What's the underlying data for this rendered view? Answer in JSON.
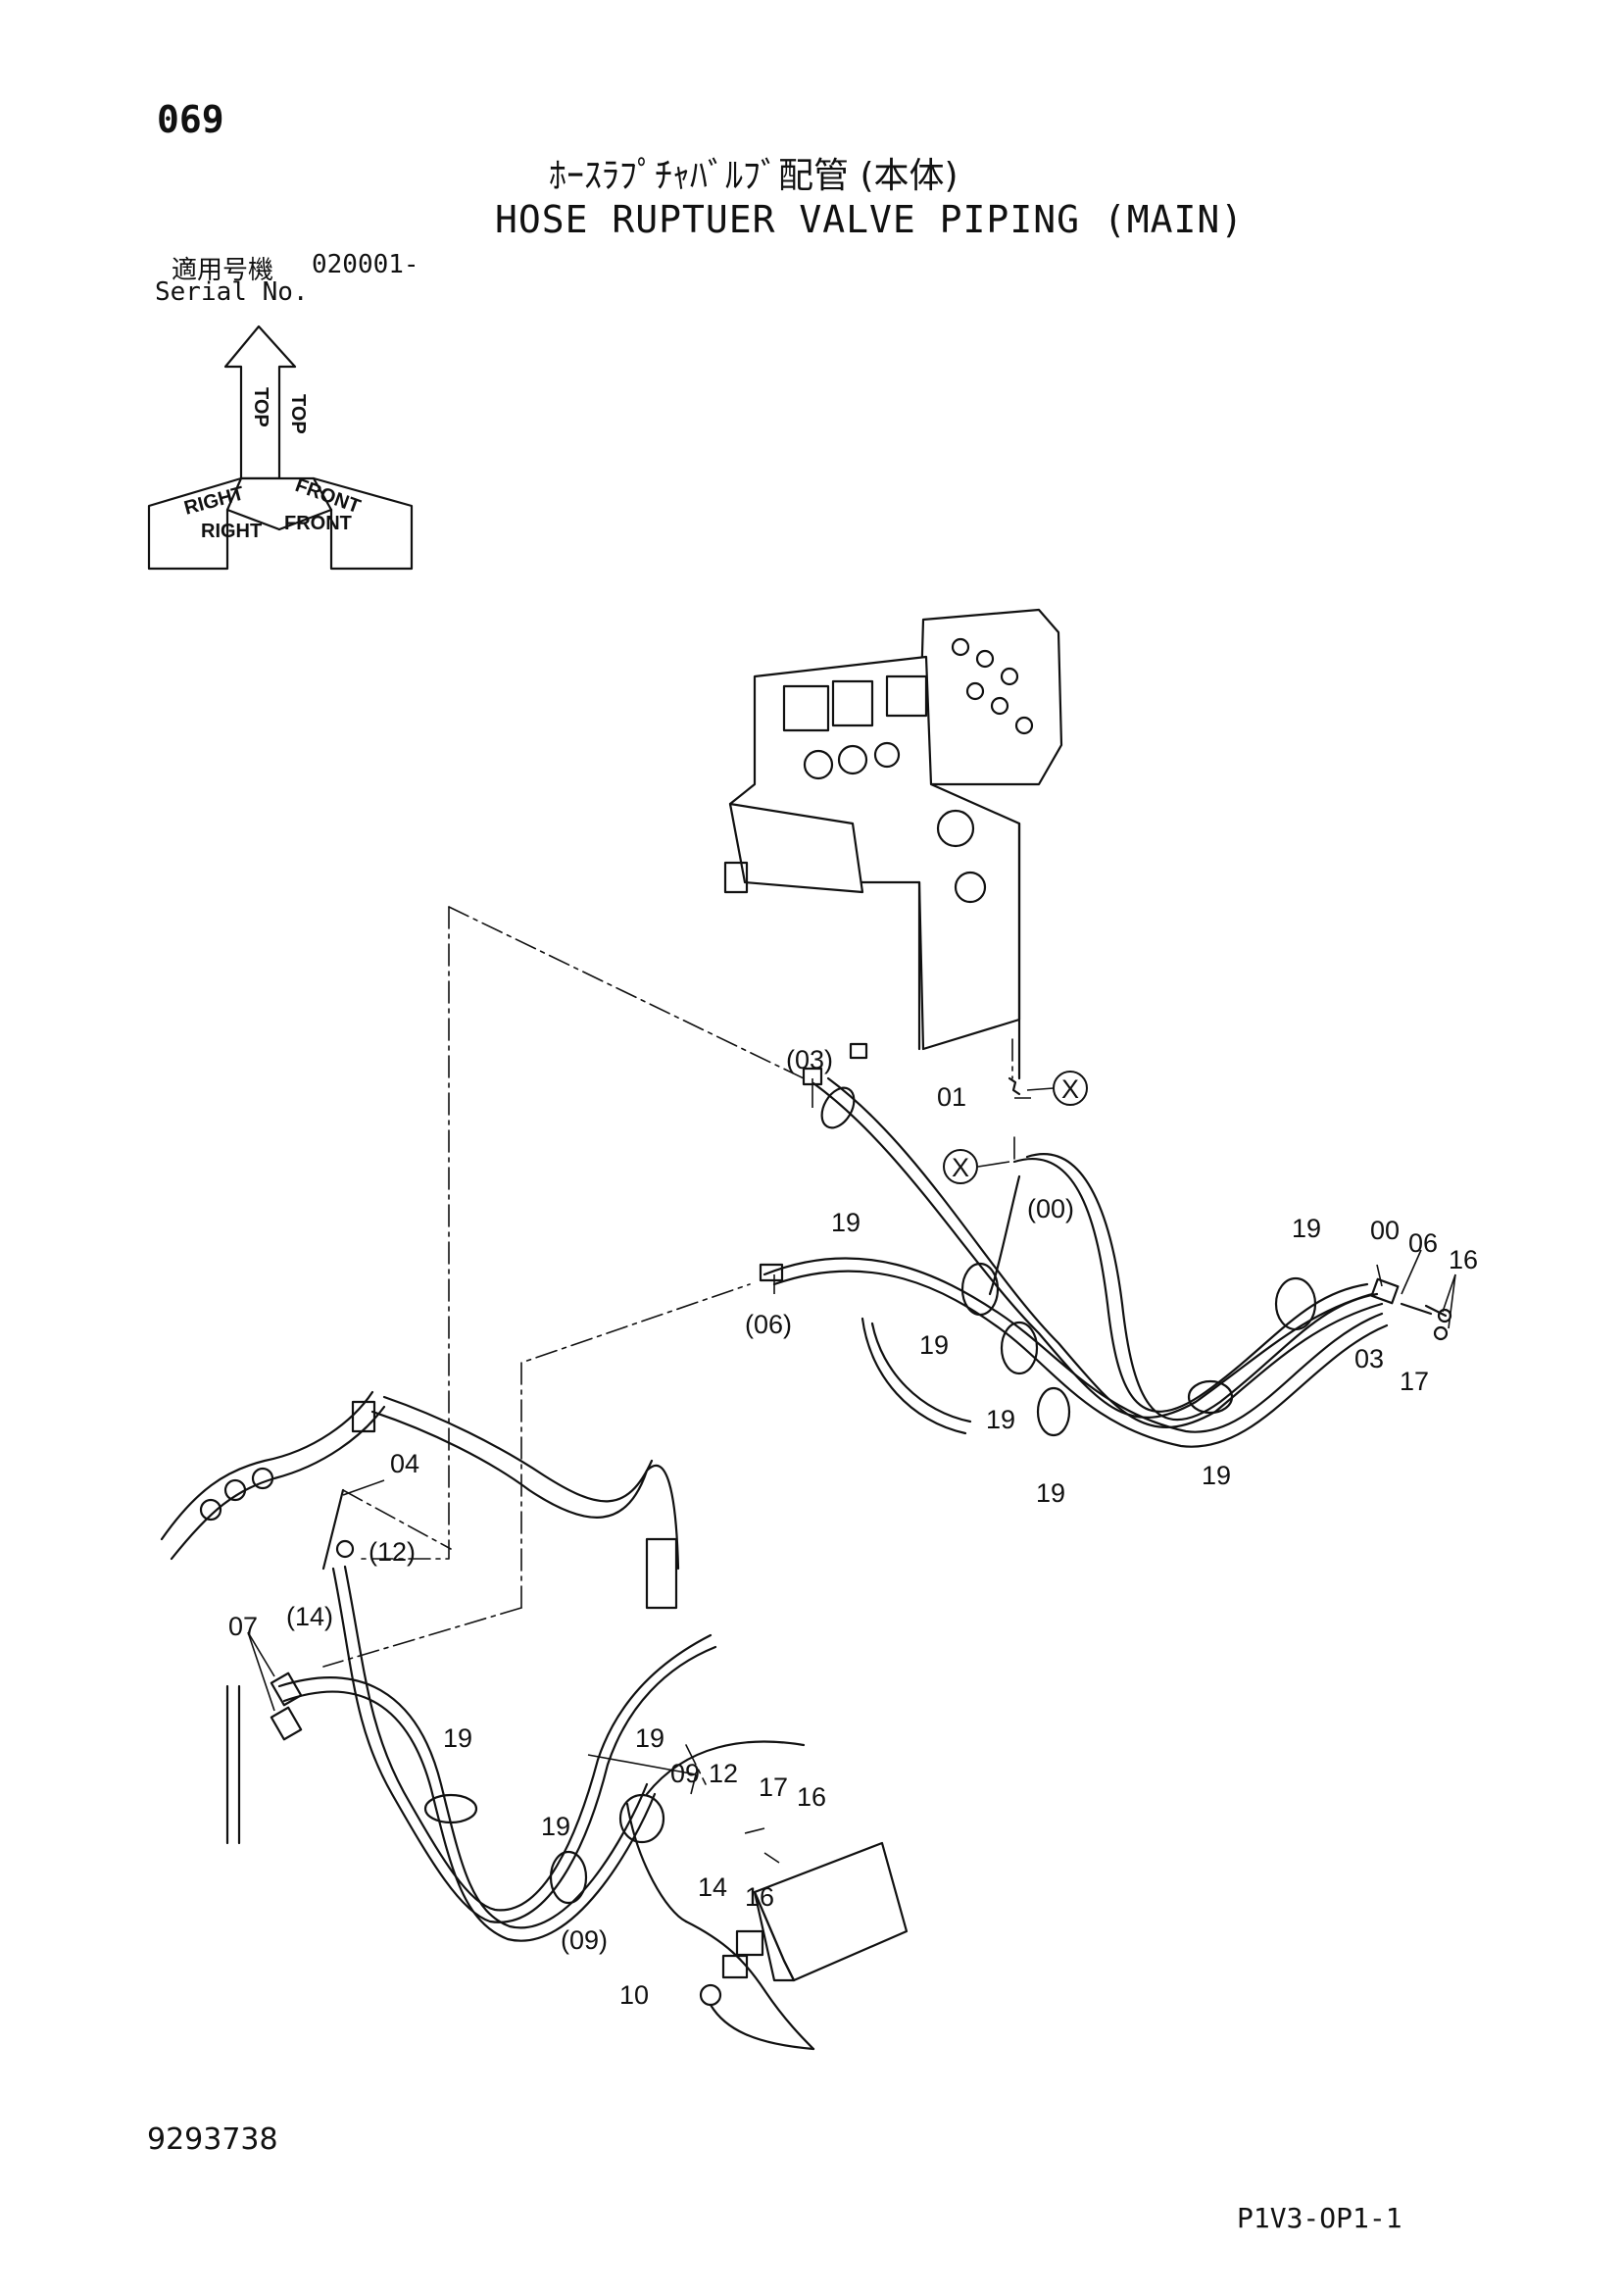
{
  "header": {
    "page_no": "069",
    "title_jp": "ﾎｰｽﾗﾌﾟﾁｬﾊﾞﾙﾌﾞ配管 (本体)",
    "title_en": "HOSE RUPTUER VALVE PIPING (MAIN)",
    "serial_label_jp": "適用号機",
    "serial_value": "020001-",
    "serial_label_en": "Serial No."
  },
  "orientation": {
    "top": "TOP",
    "right": "RIGHT",
    "front": "FRONT"
  },
  "callouts": {
    "c03p": "(03)",
    "c01": "01",
    "cX1": "X",
    "cX2": "X",
    "c00p": "(00)",
    "c19a": "19",
    "c06p": "(06)",
    "c19b": "19",
    "c19c": "19",
    "c19d": "19",
    "c19e": "19",
    "c19f": "19",
    "c00": "00",
    "c06": "06",
    "c16a": "16",
    "c03": "03",
    "c17a": "17",
    "c04": "04",
    "c12p": "(12)",
    "c07": "07",
    "c14p": "(14)",
    "c19g": "19",
    "c19h": "19",
    "c19i": "19",
    "c09": "09",
    "c12": "12",
    "c17b": "17",
    "c16b": "16",
    "c14": "14",
    "c16c": "16",
    "c09p": "(09)",
    "c10": "10"
  },
  "footer": {
    "doc_no": "9293738",
    "sheet_ref": "P1V3-OP1-1"
  }
}
